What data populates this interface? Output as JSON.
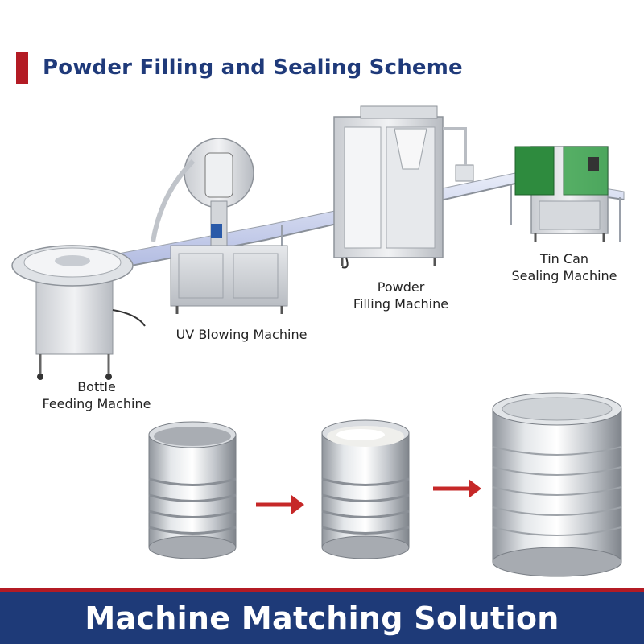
{
  "header": {
    "title": "Powder Filling and Sealing Scheme",
    "accent_color": "#b31b24",
    "title_color": "#1f3a7a"
  },
  "machines": {
    "bottle_feeding": {
      "line1": "Bottle",
      "line2": "Feeding Machine"
    },
    "uv_blowing": {
      "line1": "UV Blowing Machine"
    },
    "powder_filling": {
      "line1": "Powder",
      "line2": "Filling Machine"
    },
    "tin_can_sealing": {
      "line1": "Tin Can",
      "line2": "Sealing Machine"
    }
  },
  "cans": {
    "stages": [
      "empty-can",
      "filled-can",
      "sealed-can"
    ],
    "arrow_color": "#c62828"
  },
  "footer": {
    "text": "Machine Matching Solution",
    "background": "#1e3a78"
  }
}
